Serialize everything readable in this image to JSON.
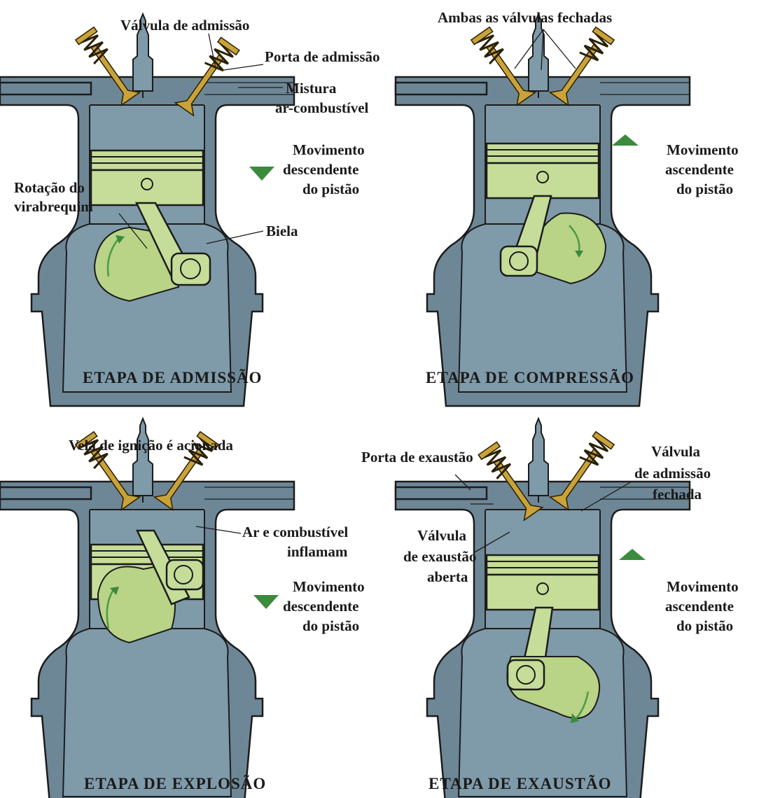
{
  "diagram": {
    "stages": [
      {
        "id": "intake",
        "title": "ETAPA  DE  ADMISSÃO",
        "labels": {
          "valve": "Válvula de admissão",
          "port": "Porta de admissão",
          "mix_1": "Mistura",
          "mix_2": "ar-combustível",
          "motion_1": "Movimento",
          "motion_2": "descendente",
          "motion_3": "do pistão",
          "crank_1": "Rotação do",
          "crank_2": "virabrequim",
          "rod": "Biela"
        }
      },
      {
        "id": "compression",
        "title": "ETAPA  DE  COMPRESSÃO",
        "labels": {
          "valves": "Ambas as válvulas fechadas",
          "motion_1": "Movimento",
          "motion_2": "ascendente",
          "motion_3": "do pistão"
        }
      },
      {
        "id": "explosion",
        "title": "ETAPA  DE  EXPLOSÃO",
        "labels": {
          "plug": "Vela de ignição é acionada",
          "ignite_1": "Ar e combustível",
          "ignite_2": "inflamam",
          "motion_1": "Movimento",
          "motion_2": "descendente",
          "motion_3": "do pistão"
        }
      },
      {
        "id": "exhaust",
        "title": "ETAPA  DE  EXAUSTÃO",
        "labels": {
          "port": "Porta de exaustão",
          "intake_1": "Válvula",
          "intake_2": "de admissão",
          "intake_3": "fechada",
          "exh_1": "Válvula",
          "exh_2": "de exaustão",
          "exh_3": "aberta",
          "motion_1": "Movimento",
          "motion_2": "ascendente",
          "motion_3": "do pistão"
        }
      }
    ],
    "colors": {
      "engine_block": "#6e8796",
      "moving_parts": "#c5dd98",
      "valve_springs": "#c9a23a",
      "motion_arrow": "#3b8a3e"
    }
  }
}
